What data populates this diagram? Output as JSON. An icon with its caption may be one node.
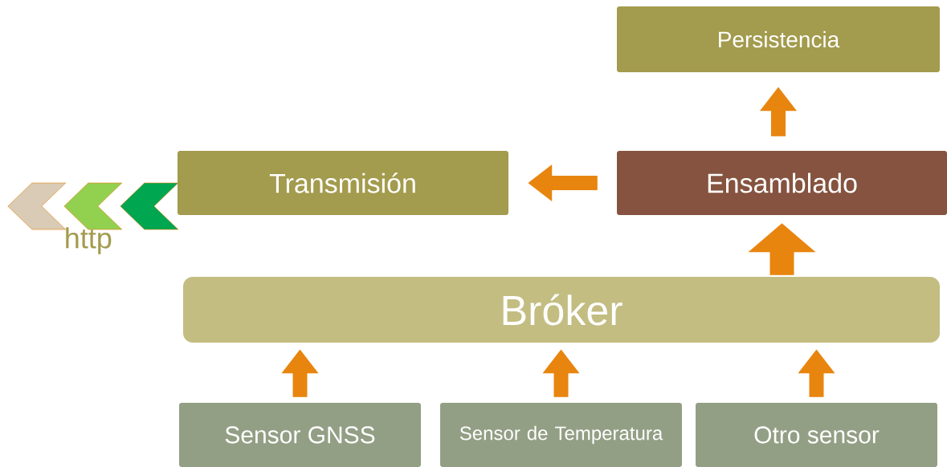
{
  "diagram": {
    "nodes": [
      {
        "text": [
          "Persistencia"
        ]
      },
      {
        "text": [
          "Transmisión"
        ]
      },
      {
        "text": [
          "Ensamblado"
        ]
      },
      {
        "text": [
          "Bróker"
        ]
      },
      {
        "text": [
          "Sensor GNSS"
        ]
      },
      {
        "text": [
          "Sensor de Temperatura"
        ]
      },
      {
        "text": [
          "Otro sensor"
        ]
      }
    ],
    "edges": [
      {
        "from": 4,
        "to": 3,
        "arrow": "to"
      },
      {
        "from": 5,
        "to": 3,
        "arrow": "to"
      },
      {
        "from": 6,
        "to": 3,
        "arrow": "to"
      },
      {
        "from": 3,
        "to": 2,
        "arrow": "to"
      },
      {
        "from": 2,
        "to": 0,
        "arrow": "to"
      },
      {
        "from": 2,
        "to": 1,
        "arrow": "to"
      },
      {
        "from": 1,
        "to": null,
        "arrow": "to",
        "label": "http"
      }
    ]
  }
}
